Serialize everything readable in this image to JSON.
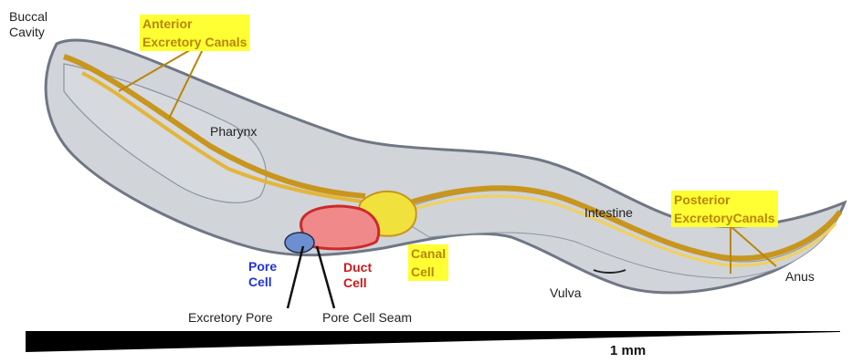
{
  "labels": {
    "buccal_cavity": [
      "Buccal",
      "Cavity"
    ],
    "anterior_canals": [
      "Anterior",
      "Excretory Canals"
    ],
    "pharynx": "Pharynx",
    "intestine": "Intestine",
    "posterior_canals": [
      "Posterior",
      "ExcretoryCanals"
    ],
    "canal_cell": [
      "Canal",
      "Cell"
    ],
    "duct_cell": [
      "Duct",
      "Cell"
    ],
    "pore_cell": [
      "Pore",
      "Cell"
    ],
    "vulva": "Vulva",
    "anus": "Anus",
    "excretory_pore": "Excretory Pore",
    "pore_cell_seam": "Pore Cell Seam"
  },
  "scale_bar": {
    "text": "1 mm"
  },
  "colors": {
    "body_fill": "#c9ccd2",
    "body_edge": "#6f7784",
    "canal": "#c8961e",
    "canal_light": "#f2d15a",
    "duct": "#cc2a2a",
    "canal_cell": "#f0e13c",
    "pore_cell": "#6d8fd0",
    "highlight": "#ffff33"
  }
}
